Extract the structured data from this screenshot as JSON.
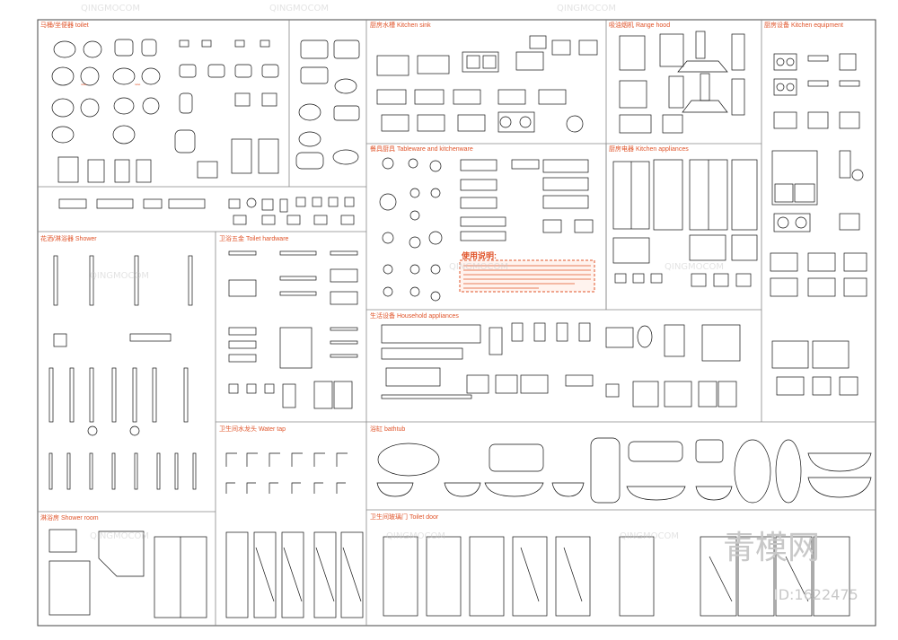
{
  "sections": {
    "toilet": "马桶/坐便器 toilet",
    "kitchen_sink": "厨房水槽 Kitchen sink",
    "range_hood": "吸油烟机 Range hood",
    "kitchen_equipment": "厨房设备 Kitchen equipment",
    "tableware": "餐具厨具 Tableware and kitchenware",
    "kitchen_appliances": "厨房电器 Kitchen appliances",
    "shower": "花洒/淋浴器 Shower",
    "toilet_hardware": "卫浴五金 Toilet hardware",
    "household_appliances": "生活设备 Household appliances",
    "water_tap": "卫生间水龙头 Water tap",
    "bathtub": "浴缸 bathtub",
    "shower_room": "淋浴房 Shower room",
    "toilet_door": "卫生间玻璃门 Toilet door"
  },
  "note": {
    "title": "使用说明:"
  },
  "watermark": {
    "brand": "青模网",
    "id": "ID:1622475",
    "faint": "QINGMOCOM"
  },
  "colors": {
    "accent": "#e0542a",
    "line": "#111111",
    "watermark": "#c8c8c8"
  }
}
